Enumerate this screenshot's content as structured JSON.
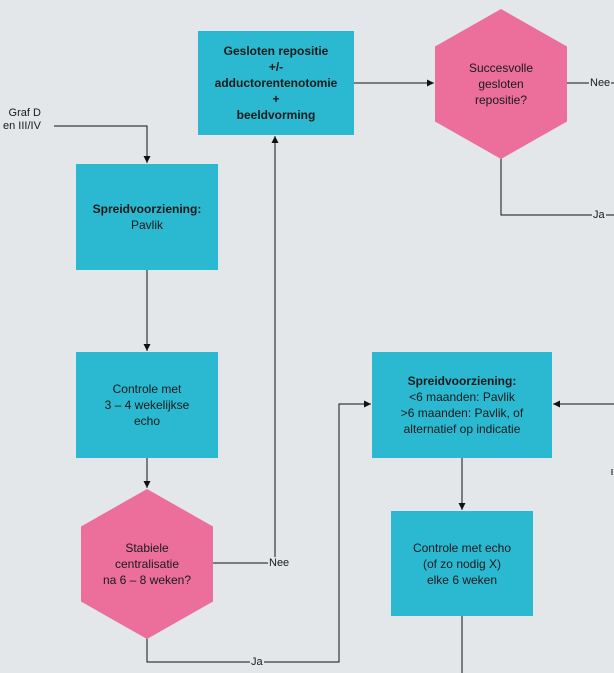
{
  "nodes": {
    "gesloten": {
      "lines": [
        "Gesloten repositie",
        "+/-",
        "adductorentenotomie",
        "+",
        "beeldvorming"
      ],
      "bold": true
    },
    "succes": {
      "lines": [
        "Succesvolle",
        "gesloten",
        "repositie?"
      ]
    },
    "spreid1": {
      "lines": [
        "Spreidvoorziening:",
        "Pavlik"
      ]
    },
    "controle1": {
      "lines": [
        "Controle met",
        "3 – 4 wekelijkse",
        "echo"
      ]
    },
    "stabiele": {
      "lines": [
        "Stabiele",
        "centralisatie",
        "na 6 – 8 weken?"
      ]
    },
    "spreid2": {
      "title": "Spreidvoorziening:",
      "lines": [
        "<6 maanden: Pavlik",
        ">6 maanden: Pavlik, of",
        "alternatief op indicatie"
      ]
    },
    "controle2": {
      "lines": [
        "Controle met echo",
        "(of zo nodig X)",
        "elke 6 weken"
      ]
    }
  },
  "labels": {
    "entry": [
      "Graf D",
      "en III/IV"
    ],
    "succes_nee": "Nee",
    "succes_ja": "Ja",
    "stabiele_nee": "Nee",
    "stabiele_ja": "Ja"
  },
  "colors": {
    "box": "#2bb8d1",
    "decision": "#ec6e9a",
    "background": "#e3e7ea",
    "line": "#111111"
  }
}
